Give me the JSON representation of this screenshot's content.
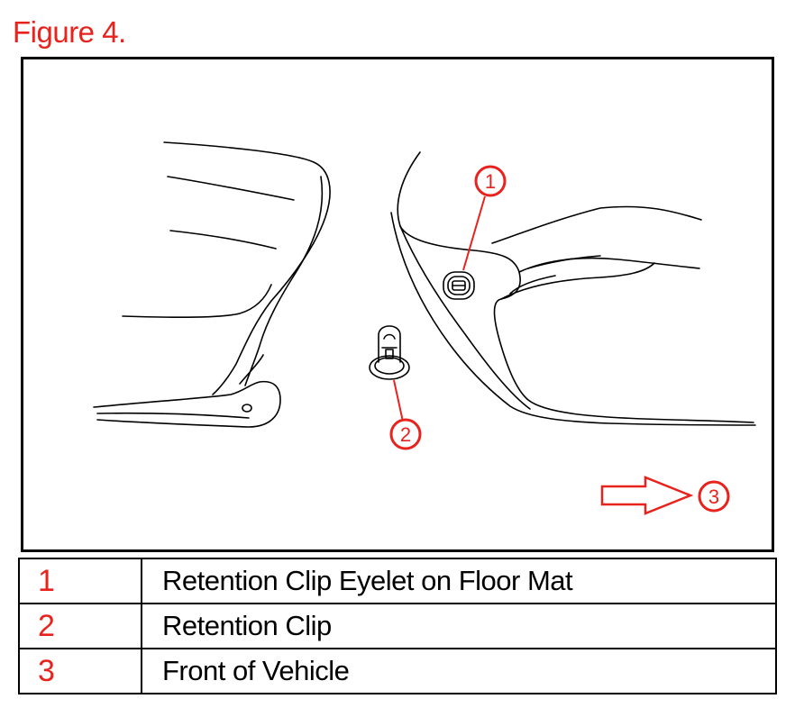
{
  "figure": {
    "title": "Figure 4."
  },
  "callouts": {
    "eyelet": "1",
    "clip": "2",
    "front": "3"
  },
  "legend": [
    {
      "number": "1",
      "description": "Retention Clip Eyelet on Floor Mat"
    },
    {
      "number": "2",
      "description": "Retention Clip"
    },
    {
      "number": "3",
      "description": "Front of Vehicle"
    }
  ],
  "colors": {
    "accent": "#e8231e",
    "line": "#000000",
    "background": "#ffffff"
  }
}
